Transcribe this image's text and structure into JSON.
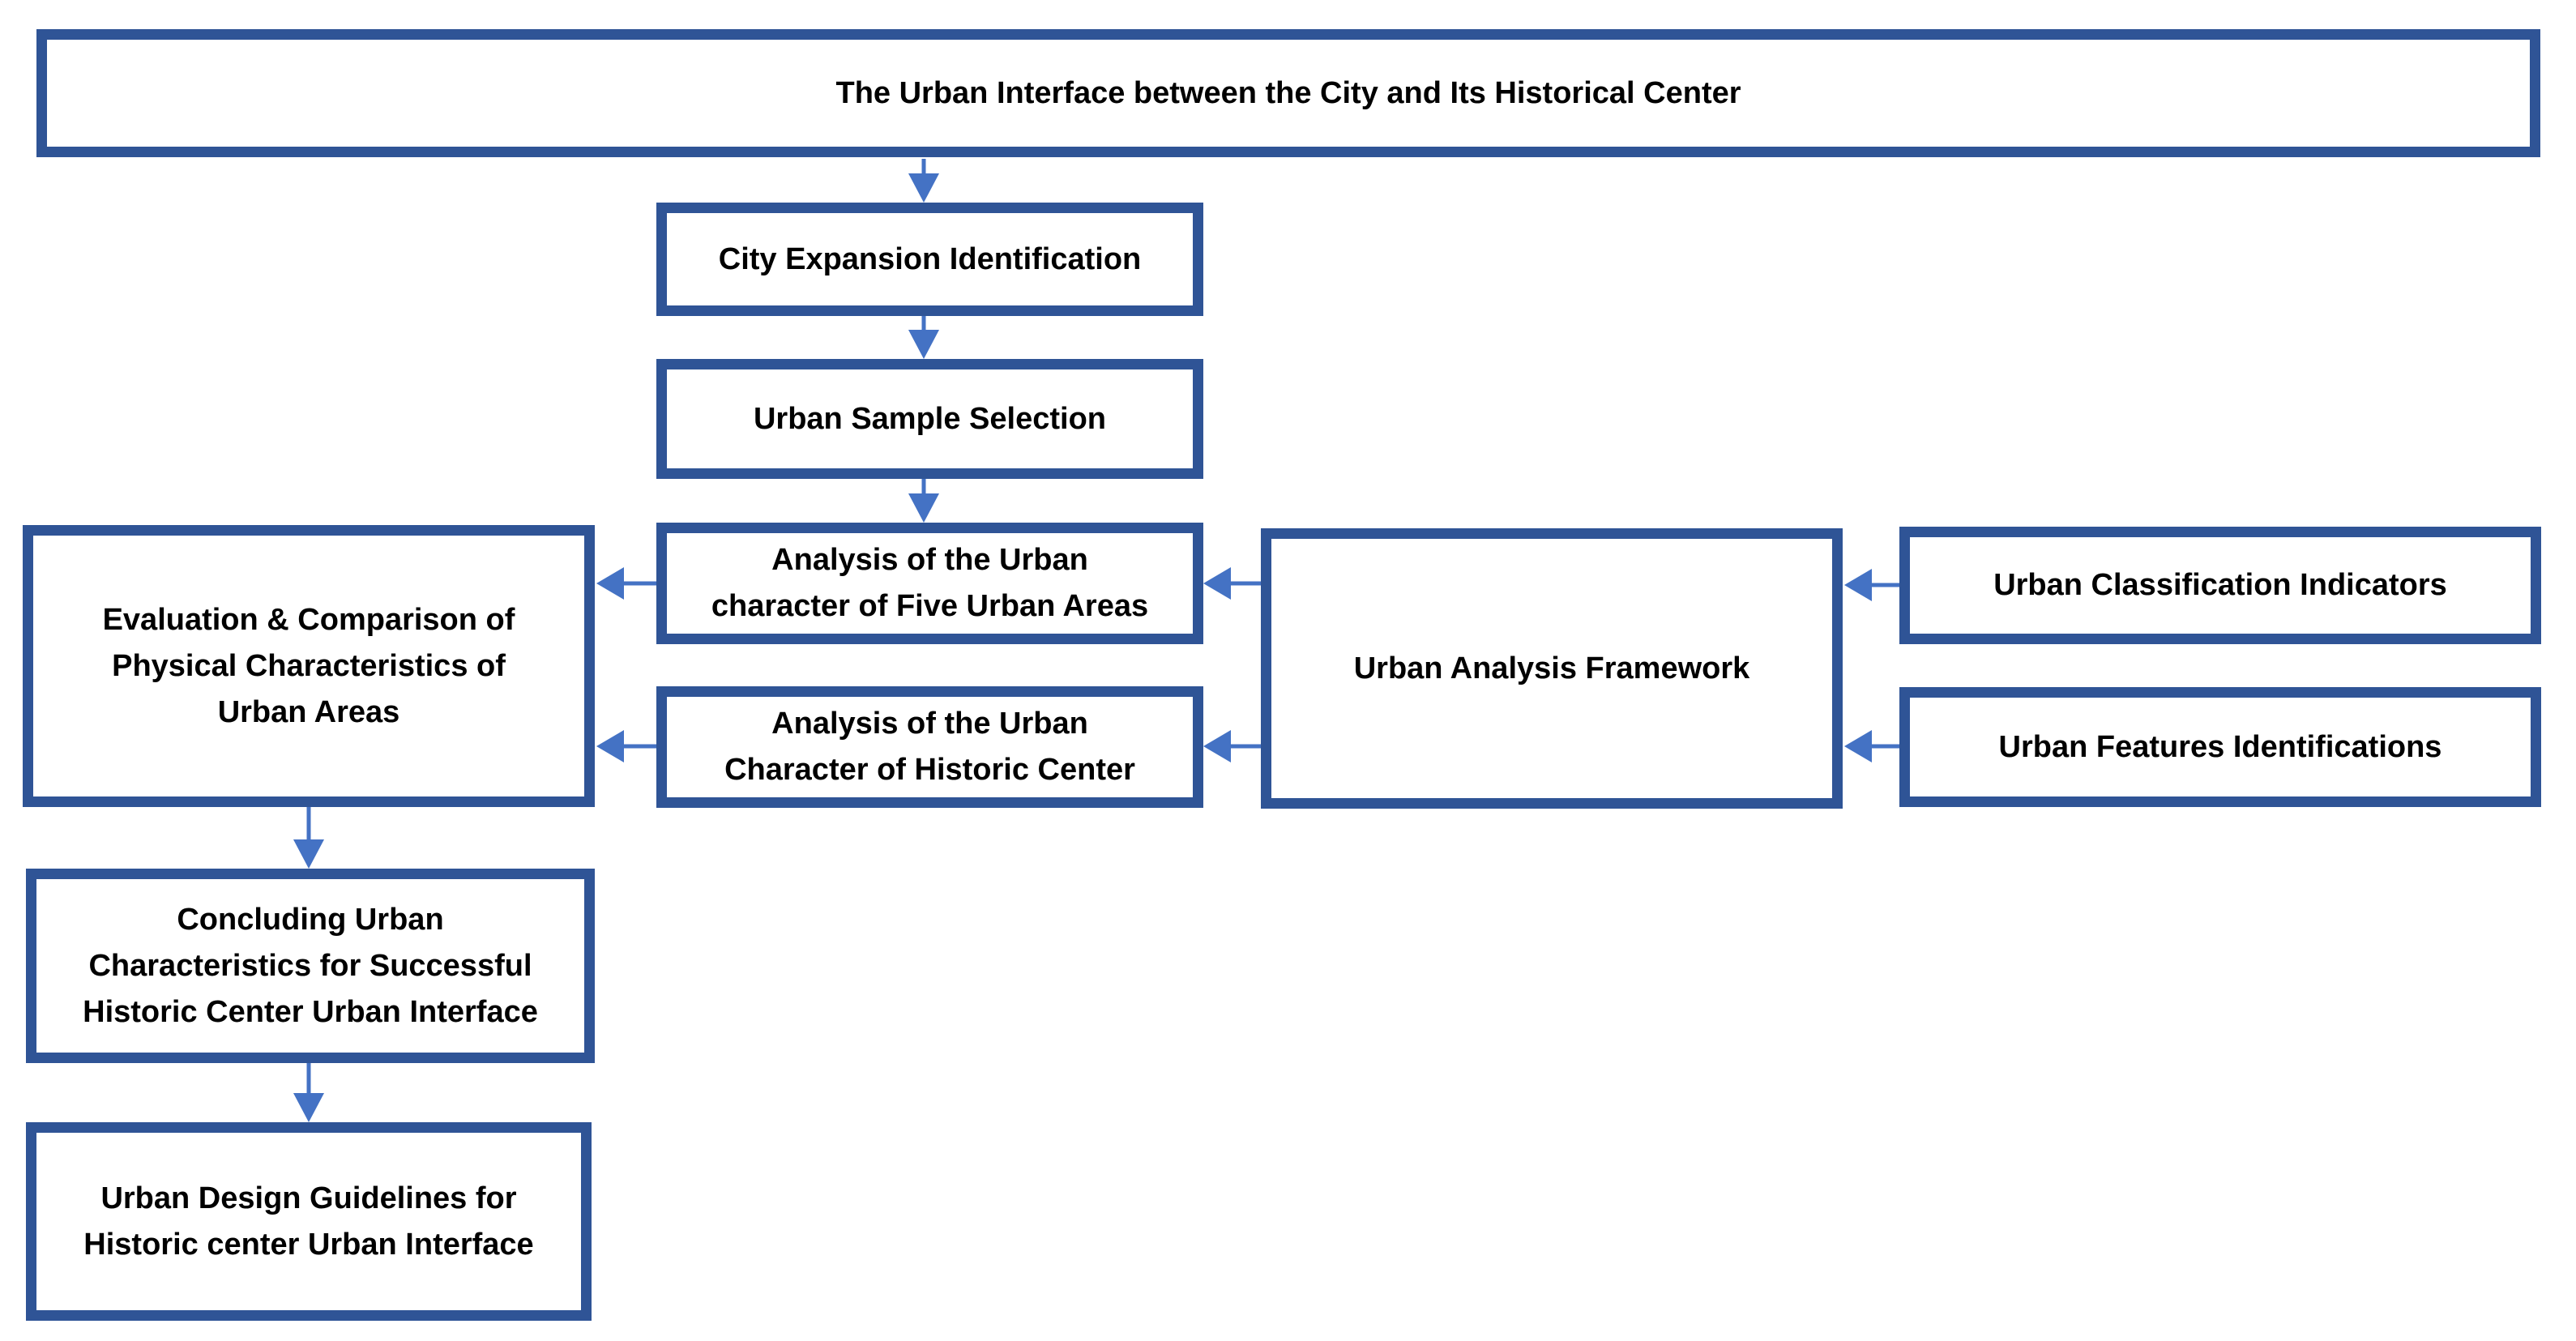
{
  "nodes": {
    "title": {
      "label": "The Urban Interface between the City and Its Historical Center"
    },
    "city_expansion": {
      "label": "City Expansion Identification"
    },
    "urban_sample": {
      "label": "Urban Sample Selection"
    },
    "analysis_five": {
      "label": "Analysis of the Urban\ncharacter of Five Urban Areas"
    },
    "analysis_historic": {
      "label": "Analysis of the Urban\nCharacter of Historic Center"
    },
    "evaluation": {
      "label": "Evaluation & Comparison of\nPhysical Characteristics of\nUrban Areas"
    },
    "framework": {
      "label": "Urban Analysis Framework"
    },
    "classification": {
      "label": "Urban Classification Indicators"
    },
    "features": {
      "label": "Urban Features Identifications"
    },
    "concluding": {
      "label": "Concluding Urban\nCharacteristics for Successful\nHistoric Center Urban Interface"
    },
    "guidelines": {
      "label": "Urban Design Guidelines for\nHistoric center Urban Interface"
    }
  },
  "edges": [
    {
      "from": "title",
      "to": "city_expansion",
      "direction": "down"
    },
    {
      "from": "city_expansion",
      "to": "urban_sample",
      "direction": "down"
    },
    {
      "from": "urban_sample",
      "to": "analysis_five",
      "direction": "down"
    },
    {
      "from": "framework",
      "to": "analysis_five",
      "direction": "left"
    },
    {
      "from": "framework",
      "to": "analysis_historic",
      "direction": "left"
    },
    {
      "from": "classification",
      "to": "framework",
      "direction": "left"
    },
    {
      "from": "features",
      "to": "framework",
      "direction": "left"
    },
    {
      "from": "analysis_five",
      "to": "evaluation",
      "direction": "left"
    },
    {
      "from": "analysis_historic",
      "to": "evaluation",
      "direction": "left"
    },
    {
      "from": "evaluation",
      "to": "concluding",
      "direction": "down"
    },
    {
      "from": "concluding",
      "to": "guidelines",
      "direction": "down"
    }
  ],
  "colors": {
    "box_border": "#2F5496",
    "arrow": "#4472C4",
    "text": "#000000",
    "background": "#FFFFFF"
  }
}
